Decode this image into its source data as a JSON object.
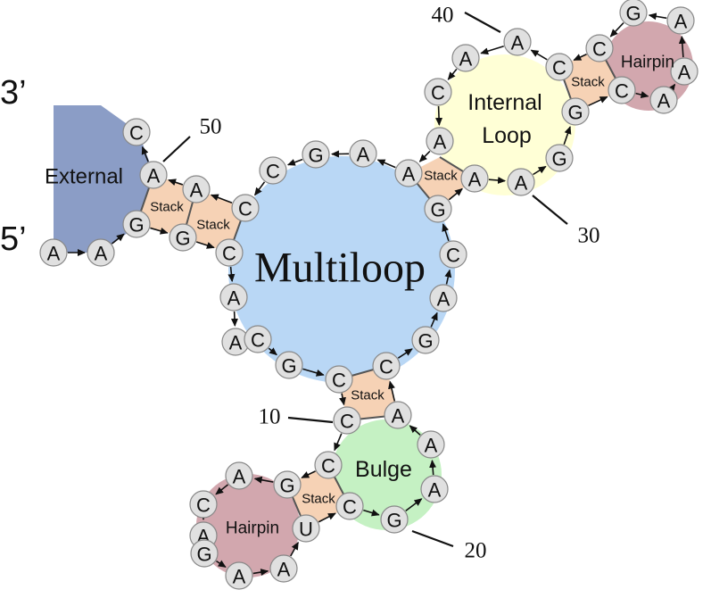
{
  "colors": {
    "external": "#8b9dc6",
    "multiloop": "#b9d7f5",
    "internal": "#ffffd6",
    "hairpin": "#d2a7ae",
    "bulge": "#c5f1c3",
    "stack": "#f6d2b5"
  },
  "labels": {
    "external": "External",
    "multiloop": "Multiloop",
    "internal_line1": "Internal",
    "internal_line2": "Loop",
    "hairpin": "Hairpin",
    "bulge": "Bulge",
    "stack": "Stack",
    "three_prime": "3’",
    "five_prime": "5’"
  },
  "position_labels": [
    "10",
    "20",
    "30",
    "40",
    "50"
  ],
  "sequence": [
    "A",
    "A",
    "G",
    "G",
    "C",
    "A",
    "A",
    "C",
    "G",
    "C",
    "C",
    "C",
    "G",
    "A",
    "C",
    "A",
    "G",
    "A",
    "A",
    "U",
    "C",
    "G",
    "A",
    "A",
    "A",
    "C",
    "G",
    "A",
    "C",
    "G",
    "A",
    "A",
    "G",
    "G",
    "C",
    "A",
    "A",
    "A",
    "G",
    "C",
    "C",
    "A",
    "A",
    "C",
    "A",
    "A",
    "A",
    "G",
    "C",
    "C",
    "A",
    "A",
    "C"
  ]
}
